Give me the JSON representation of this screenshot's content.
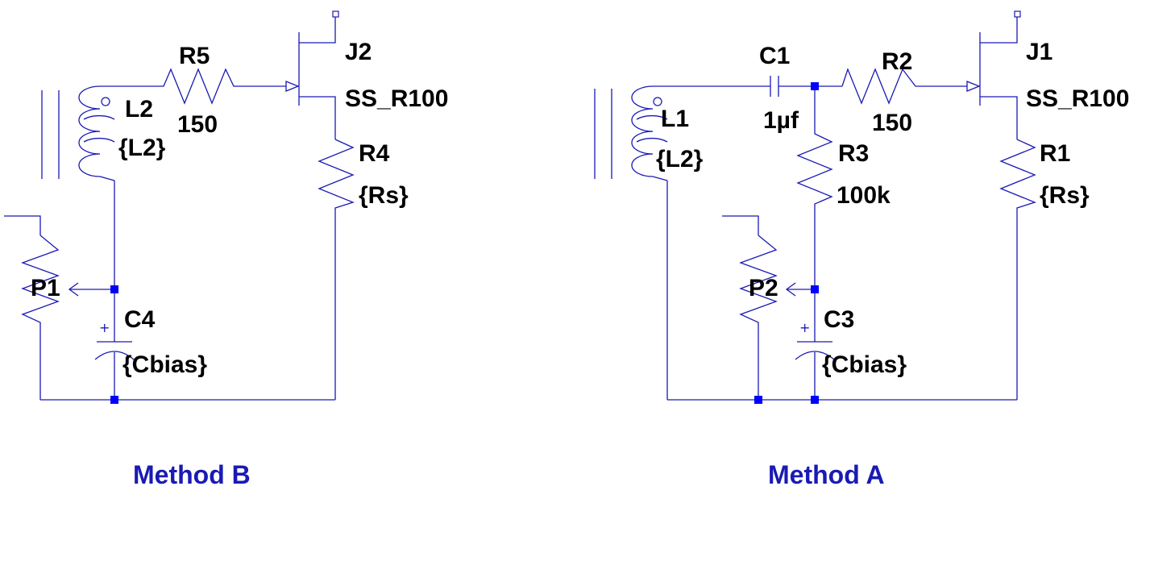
{
  "circuits": {
    "b": {
      "title": "Method B",
      "transistor": {
        "ref": "J2",
        "model": "SS_R100"
      },
      "gate_resistor": {
        "ref": "R5",
        "value": "150"
      },
      "source_resistor": {
        "ref": "R4",
        "value": "{Rs}"
      },
      "inductor": {
        "ref": "L2",
        "value": "{L2}"
      },
      "pot": {
        "ref": "P1"
      },
      "cap": {
        "ref": "C4",
        "value": "{Cbias}"
      }
    },
    "a": {
      "title": "Method A",
      "transistor": {
        "ref": "J1",
        "model": "SS_R100"
      },
      "coupling_cap": {
        "ref": "C1",
        "value": "1µf"
      },
      "gate_resistor": {
        "ref": "R2",
        "value": "150"
      },
      "bias_resistor": {
        "ref": "R3",
        "value": "100k"
      },
      "source_resistor": {
        "ref": "R1",
        "value": "{Rs}"
      },
      "inductor": {
        "ref": "L1",
        "value": "{L2}"
      },
      "pot": {
        "ref": "P2"
      },
      "cap": {
        "ref": "C3",
        "value": "{Cbias}"
      }
    }
  },
  "colors": {
    "wire": "#1a1ab4",
    "node": "#0000ff",
    "title": "#1a1ab4",
    "label": "#000000"
  }
}
